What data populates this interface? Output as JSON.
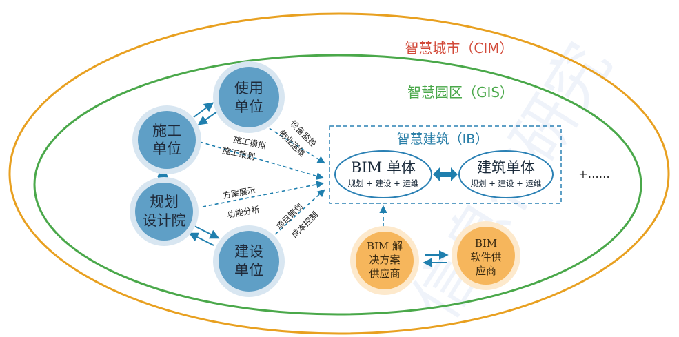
{
  "colors": {
    "city_ring": "#e8a020",
    "park_ring": "#4aa84a",
    "city_label": "#d24a3a",
    "park_label": "#4aa84a",
    "ib_label": "#2a7fa8",
    "node_fill": "#5f9fc6",
    "node_halo": "#d8e6f1",
    "bim_fill": "#f6b65c",
    "bim_halo": "#fde9cc",
    "arrow": "#1f7fae",
    "box_border": "#2a80b4"
  },
  "city": {
    "label": "智慧城市（CIM）"
  },
  "park": {
    "label": "智慧园区（GIS）"
  },
  "ib": {
    "label": "智慧建筑（IB）",
    "bim_unit": {
      "title": "BIM 单体",
      "subtitle": "规划 + 建设 + 运维"
    },
    "building_unit": {
      "title": "建筑单体",
      "subtitle": "规划 + 建设 + 运维"
    },
    "more": "+……"
  },
  "nodes": {
    "user": {
      "line1": "使用",
      "line2": "单位"
    },
    "construction": {
      "line1": "施工",
      "line2": "单位"
    },
    "design": {
      "line1": "规划",
      "line2": "设计院"
    },
    "builder": {
      "line1": "建设",
      "line2": "单位"
    },
    "bim_solution": {
      "line1": "BIM 解",
      "line2": "决方案",
      "line3": "供应商"
    },
    "bim_software": {
      "line1": "BIM",
      "line2": "软件供",
      "line3": "应商"
    }
  },
  "edge_labels": {
    "user_a": "设备监控",
    "user_b": "物业运维",
    "construction_a": "施工模拟",
    "construction_b": "施工策划",
    "design_a": "方案展示",
    "design_b": "功能分析",
    "builder_a": "项目策划",
    "builder_b": "成本控制"
  },
  "watermark": {
    "text": "信息化研究"
  }
}
